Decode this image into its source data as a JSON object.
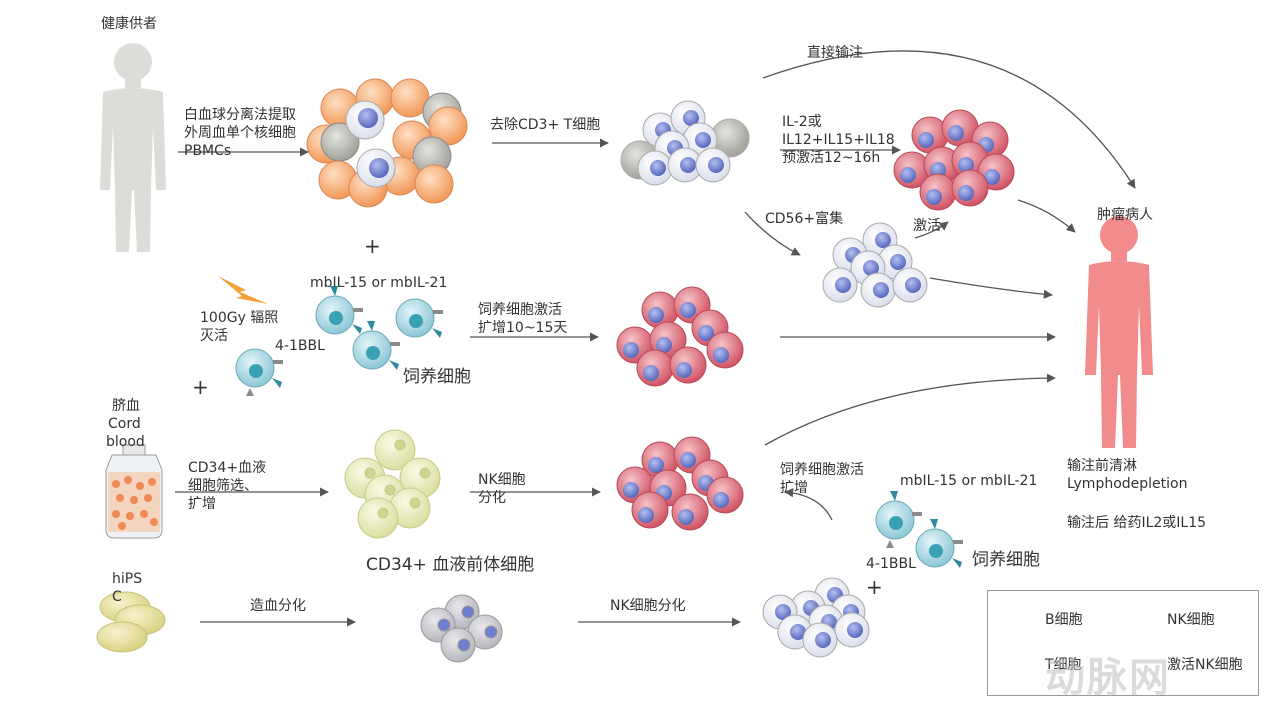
{
  "labels": {
    "donor": "健康供者",
    "pbmc_line1": "白血球分离法提取",
    "pbmc_line2": "外周血单个核细胞",
    "pbmc_line3": "PBMCs",
    "remove_cd3": "去除CD3+ T细胞",
    "direct_infusion": "直接输注",
    "il_line1": "IL-2或",
    "il_line2": "IL12+IL15+IL18",
    "il_line3": "预激活12~16h",
    "cd56": "CD56+富集",
    "activate": "激活",
    "patient": "肿瘤病人",
    "irradiation_line1": "100Gy 辐照",
    "irradiation_line2": "灭活",
    "mbil_top": "mbIL-15 or mbIL-21",
    "ligand_top": "4-1BBL",
    "feeder_top": "饲养细胞",
    "feeder_expand_line1": "饲养细胞激活",
    "feeder_expand_line2": "扩增10~15天",
    "cord_line1": "脐血",
    "cord_line2": "Cord",
    "cord_line3": "blood",
    "cd34_line1": "CD34+血液",
    "cd34_line2": "细胞筛选、",
    "cd34_line3": "扩增",
    "nk_diff_line1": "NK细胞",
    "nk_diff_line2": "分化",
    "cd34_precursor": "CD34+ 血液前体细胞",
    "feeder_expand2_line1": "饲养细胞激活",
    "feeder_expand2_line2": "扩增",
    "mbil_bottom": "mbIL-15 or mbIL-21",
    "ligand_bottom": "4-1BBL",
    "feeder_bottom": "饲养细胞",
    "lympho_line1": "输注前清淋",
    "lympho_line2": "Lymphodepletion",
    "post_infusion": "输注后 给药IL2或IL15",
    "hipsc_line1": "hiPS",
    "hipsc_line2": "C",
    "hemato_diff": "造血分化",
    "nk_diff_bottom": "NK细胞分化",
    "plus": "+"
  },
  "legend": {
    "b_cell": "B细胞",
    "nk_cell": "NK细胞",
    "t_cell": "T细胞",
    "activated_nk": "激活NK细胞"
  },
  "watermark": "动脉网",
  "colors": {
    "t_cell": "#f5a46a",
    "b_cell": "#a9a9a2",
    "nk_cell": "#eef1f8",
    "nk_nucleus": "#6f7fcf",
    "activated_nk": "#d85a6a",
    "feeder": "#8fc9d6",
    "feeder_nucleus": "#3aa0b4",
    "cd34": "#e8ebbd",
    "hipsc": "#e9e3a4",
    "precursor": "#c9c9cf",
    "human_donor": "#dcdcd8",
    "human_patient": "#f28b8b",
    "bolt": "#f3a23a",
    "arrow": "#555555"
  }
}
